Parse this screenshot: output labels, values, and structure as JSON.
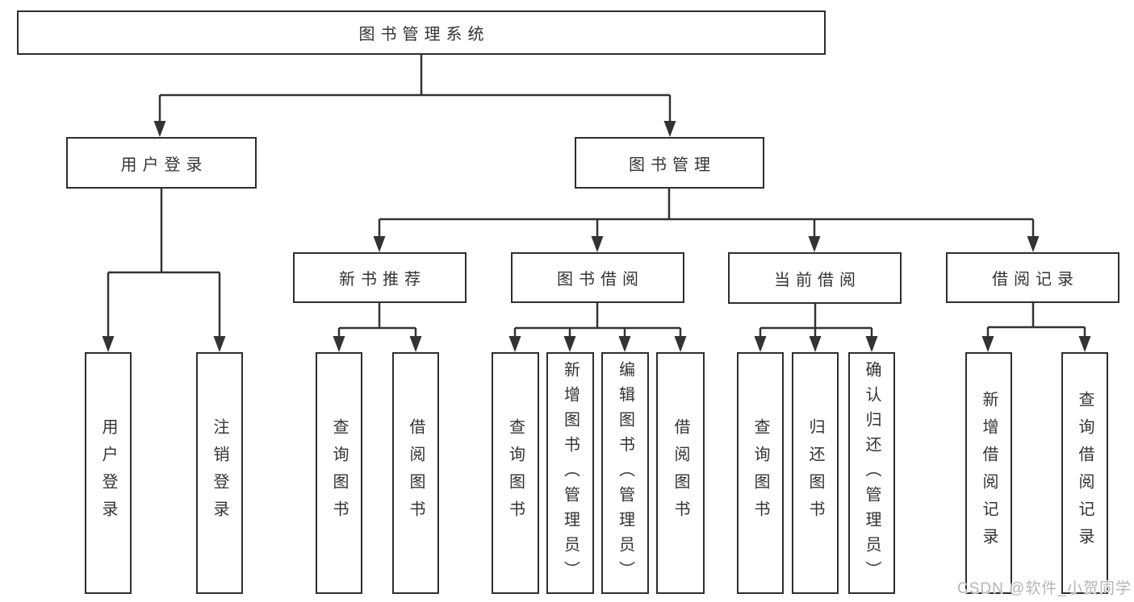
{
  "diagram": {
    "root": {
      "label": "图书管理系统"
    },
    "level2": [
      {
        "label": "用户登录"
      },
      {
        "label": "图书管理"
      }
    ],
    "level3": [
      {
        "label": "新书推荐"
      },
      {
        "label": "图书借阅"
      },
      {
        "label": "当前借阅"
      },
      {
        "label": "借阅记录"
      }
    ],
    "leaves": {
      "user_login": [
        "用户登录",
        "注销登录"
      ],
      "new_books": [
        "查询图书",
        "借阅图书"
      ],
      "book_borrow": [
        "查询图书",
        "新增图书（管理员）",
        "编辑图书（管理员）",
        "借阅图书"
      ],
      "current_borrow": [
        "查询图书",
        "归还图书",
        "确认归还（管理员）"
      ],
      "borrow_records": [
        "新增借阅记录",
        "查询借阅记录"
      ]
    }
  },
  "watermark": {
    "text": "CSDN @软件_小贺同学"
  },
  "colors": {
    "line": "#333333",
    "box_border": "#2e2e2e",
    "text": "#333333",
    "watermark": "#b5b5b5",
    "background": "#ffffff"
  }
}
